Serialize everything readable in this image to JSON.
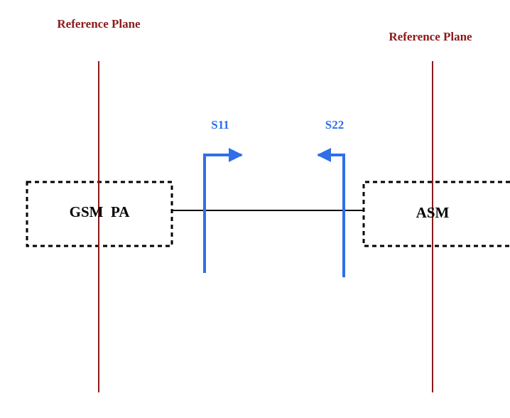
{
  "colors": {
    "reference": "#8b1a1a",
    "port": "#2f6fe8",
    "line": "#000000",
    "block_border": "#000000",
    "background": "#ffffff"
  },
  "reference_planes": {
    "left_label": "Reference Plane",
    "right_label": "Reference Plane"
  },
  "ports": {
    "s11_label": "S11",
    "s22_label": "S22"
  },
  "blocks": {
    "left_label": "GSM  PA",
    "right_label": "ASM"
  }
}
